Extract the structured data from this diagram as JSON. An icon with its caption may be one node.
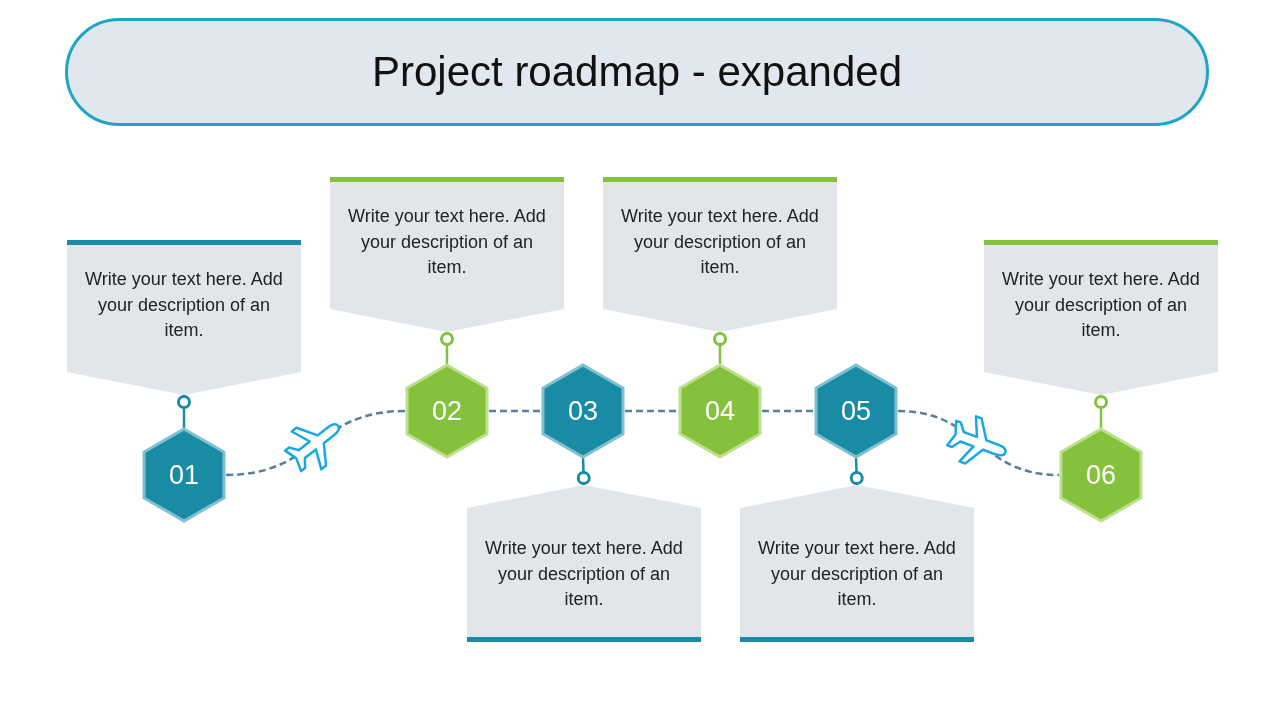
{
  "diagram": {
    "title": "Project roadmap - expanded",
    "nodes": [
      {
        "text": [
          "01"
        ]
      },
      {
        "text": [
          "02"
        ]
      },
      {
        "text": [
          "03"
        ]
      },
      {
        "text": [
          "04"
        ]
      },
      {
        "text": [
          "05"
        ]
      },
      {
        "text": [
          "06"
        ]
      },
      {
        "text": [
          "Write your text here. Add your description of an item."
        ]
      },
      {
        "text": [
          "Write your text here. Add your description of an item."
        ]
      },
      {
        "text": [
          "Write your text here. Add your description of an item."
        ]
      },
      {
        "text": [
          "Write your text here. Add your description of an item."
        ]
      },
      {
        "text": [
          "Write your text here. Add your description of an item."
        ]
      },
      {
        "text": [
          "Write your text here. Add your description of an item."
        ]
      }
    ],
    "edges": [
      {
        "from": 0,
        "to": 1,
        "arrow": "none",
        "style": "dashed"
      },
      {
        "from": 1,
        "to": 2,
        "arrow": "none",
        "style": "dashed"
      },
      {
        "from": 2,
        "to": 3,
        "arrow": "none",
        "style": "dashed"
      },
      {
        "from": 3,
        "to": 4,
        "arrow": "none",
        "style": "dashed"
      },
      {
        "from": 4,
        "to": 5,
        "arrow": "none",
        "style": "dashed"
      },
      {
        "from": 6,
        "to": 0,
        "arrow": "other",
        "color": "#1a8ba5"
      },
      {
        "from": 7,
        "to": 1,
        "arrow": "other",
        "color": "#84c13c"
      },
      {
        "from": 8,
        "to": 2,
        "arrow": "other",
        "color": "#1a8ba5"
      },
      {
        "from": 9,
        "to": 3,
        "arrow": "other",
        "color": "#84c13c"
      },
      {
        "from": 10,
        "to": 4,
        "arrow": "other",
        "color": "#1a8ba5"
      },
      {
        "from": 11,
        "to": 5,
        "arrow": "other",
        "color": "#84c13c"
      }
    ]
  }
}
